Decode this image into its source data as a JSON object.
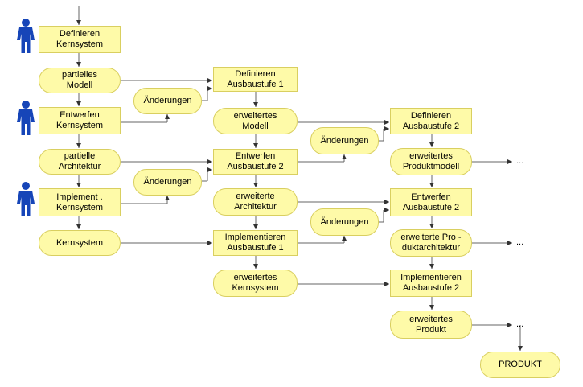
{
  "nodes": {
    "define_core": "Definieren\nKernsystem",
    "partial_model": "partielles\nModell",
    "design_core": "Entwerfen\nKernsystem",
    "partial_arch": "partielle\nArchitektur",
    "implement_core": "Implement   .\nKernsystem",
    "core_system": "Kernsystem",
    "changes_1": "Änderungen",
    "changes_2": "Änderungen",
    "define_stage1": "Definieren\nAusbaustufe   1",
    "extended_model": "erweitertes\nModell",
    "design_stage2_c2": "Entwerfen\nAusbaustufe   2",
    "extended_arch": "erweiterte\nArchitektur",
    "implement_stage1": "Implementieren\nAusbaustufe   1",
    "extended_core": "erweitertes\nKernsystem",
    "changes_3": "Änderungen",
    "changes_4": "Änderungen",
    "define_stage2": "Definieren\nAusbaustufe   2",
    "extended_product_model": "erweitertes\nProduktmodell",
    "design_stage2_c3": "Entwerfen\nAusbaustufe   2",
    "extended_product_arch": "erweiterte Pro -\nduktarchitektur",
    "implement_stage2": "Implementieren\nAusbaustufe   2",
    "extended_product": "erweitertes\nProdukt",
    "product": "PRODUKT"
  },
  "continuation": [
    "...",
    "...",
    "..."
  ],
  "colors": {
    "node_fill": "#fefaa8",
    "node_border": "#d9cf60",
    "person": "#1645b8",
    "line": "#555555"
  },
  "icons": [
    "person-icon",
    "person-icon",
    "person-icon"
  ]
}
